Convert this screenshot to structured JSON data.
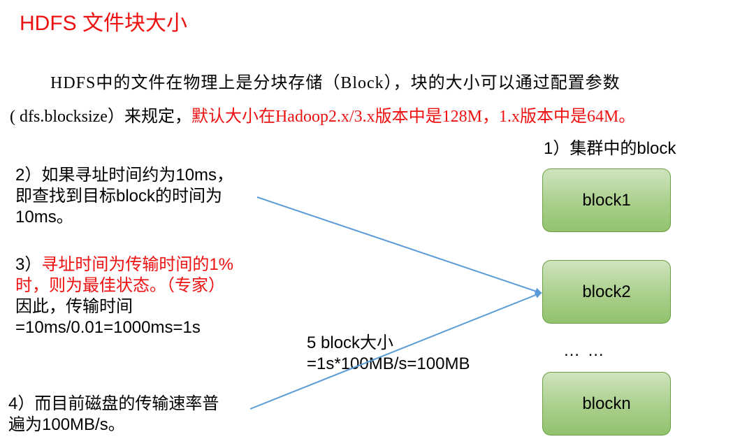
{
  "title": "HDFS 文件块大小",
  "intro": {
    "line1": "HDFS中的文件在物理上是分块存储（Block），块的大小可以通过配置参数",
    "line2_plain": "( dfs.blocksize）来规定，",
    "line2_red": "默认大小在Hadoop2.x/3.x版本中是128M，1.x版本中是64M。"
  },
  "cluster": {
    "label": "1）集群中的block",
    "blocks": [
      "block1",
      "block2",
      "blockn"
    ],
    "ellipsis": "… …"
  },
  "notes": {
    "seek": {
      "line1": "2）如果寻址时间约为10ms，",
      "line2": "即查找到目标block的时间为",
      "line3": "10ms。"
    },
    "ratio": {
      "prefix": "3）",
      "red1": "寻址时间为传输时间的1%",
      "red2": "时，则为最佳状态。（专家）",
      "line3": "因此，传输时间",
      "line4": "=10ms/0.01=1000ms=1s"
    },
    "disk": {
      "line1": "4）而目前磁盘的传输速率普",
      "line2": "遍为100MB/s。"
    },
    "size": {
      "line1": "5 block大小",
      "line2": "=1s*100MB/s=100MB"
    }
  },
  "colors": {
    "title": "#ee1111",
    "highlight": "#ee1111",
    "arrow": "#5b9bd5",
    "block_fill": "#a9cf8b",
    "block_border": "#6c9f44"
  }
}
